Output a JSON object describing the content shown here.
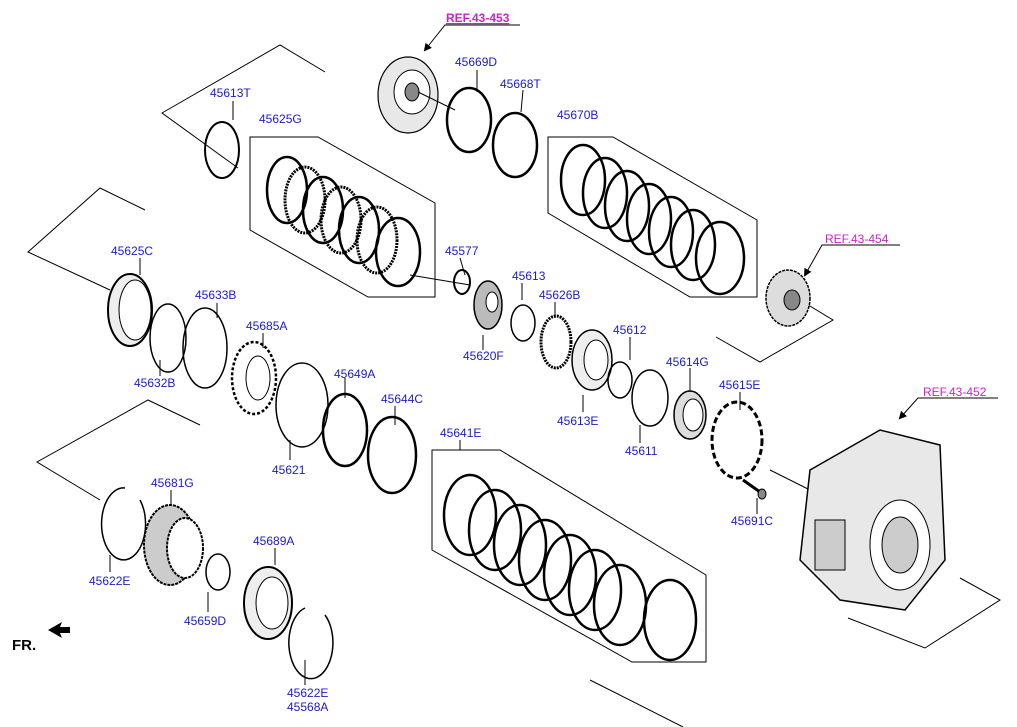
{
  "references": {
    "ref_453": "REF.43-453",
    "ref_454": "REF.43-454",
    "ref_452": "REF.43-452"
  },
  "parts": {
    "p45669D": "45669D",
    "p45668T": "45668T",
    "p45613T": "45613T",
    "p45625G": "45625G",
    "p45670B": "45670B",
    "p45625C": "45625C",
    "p45577": "45577",
    "p45613": "45613",
    "p45626B": "45626B",
    "p45633B": "45633B",
    "p45685A": "45685A",
    "p45620F": "45620F",
    "p45612": "45612",
    "p45632B": "45632B",
    "p45649A": "45649A",
    "p45614G": "45614G",
    "p45613E": "45613E",
    "p45615E": "45615E",
    "p45644C": "45644C",
    "p45641E": "45641E",
    "p45611": "45611",
    "p45621": "45621",
    "p45681G": "45681G",
    "p45691C": "45691C",
    "p45689A": "45689A",
    "p45622E_left": "45622E",
    "p45659D": "45659D",
    "p45622E_bottom": "45622E",
    "p45568A": "45568A"
  },
  "direction": {
    "label": "FR."
  },
  "colors": {
    "part_label": "#1a1acc",
    "reference": "#cc22cc",
    "line": "#000000"
  }
}
